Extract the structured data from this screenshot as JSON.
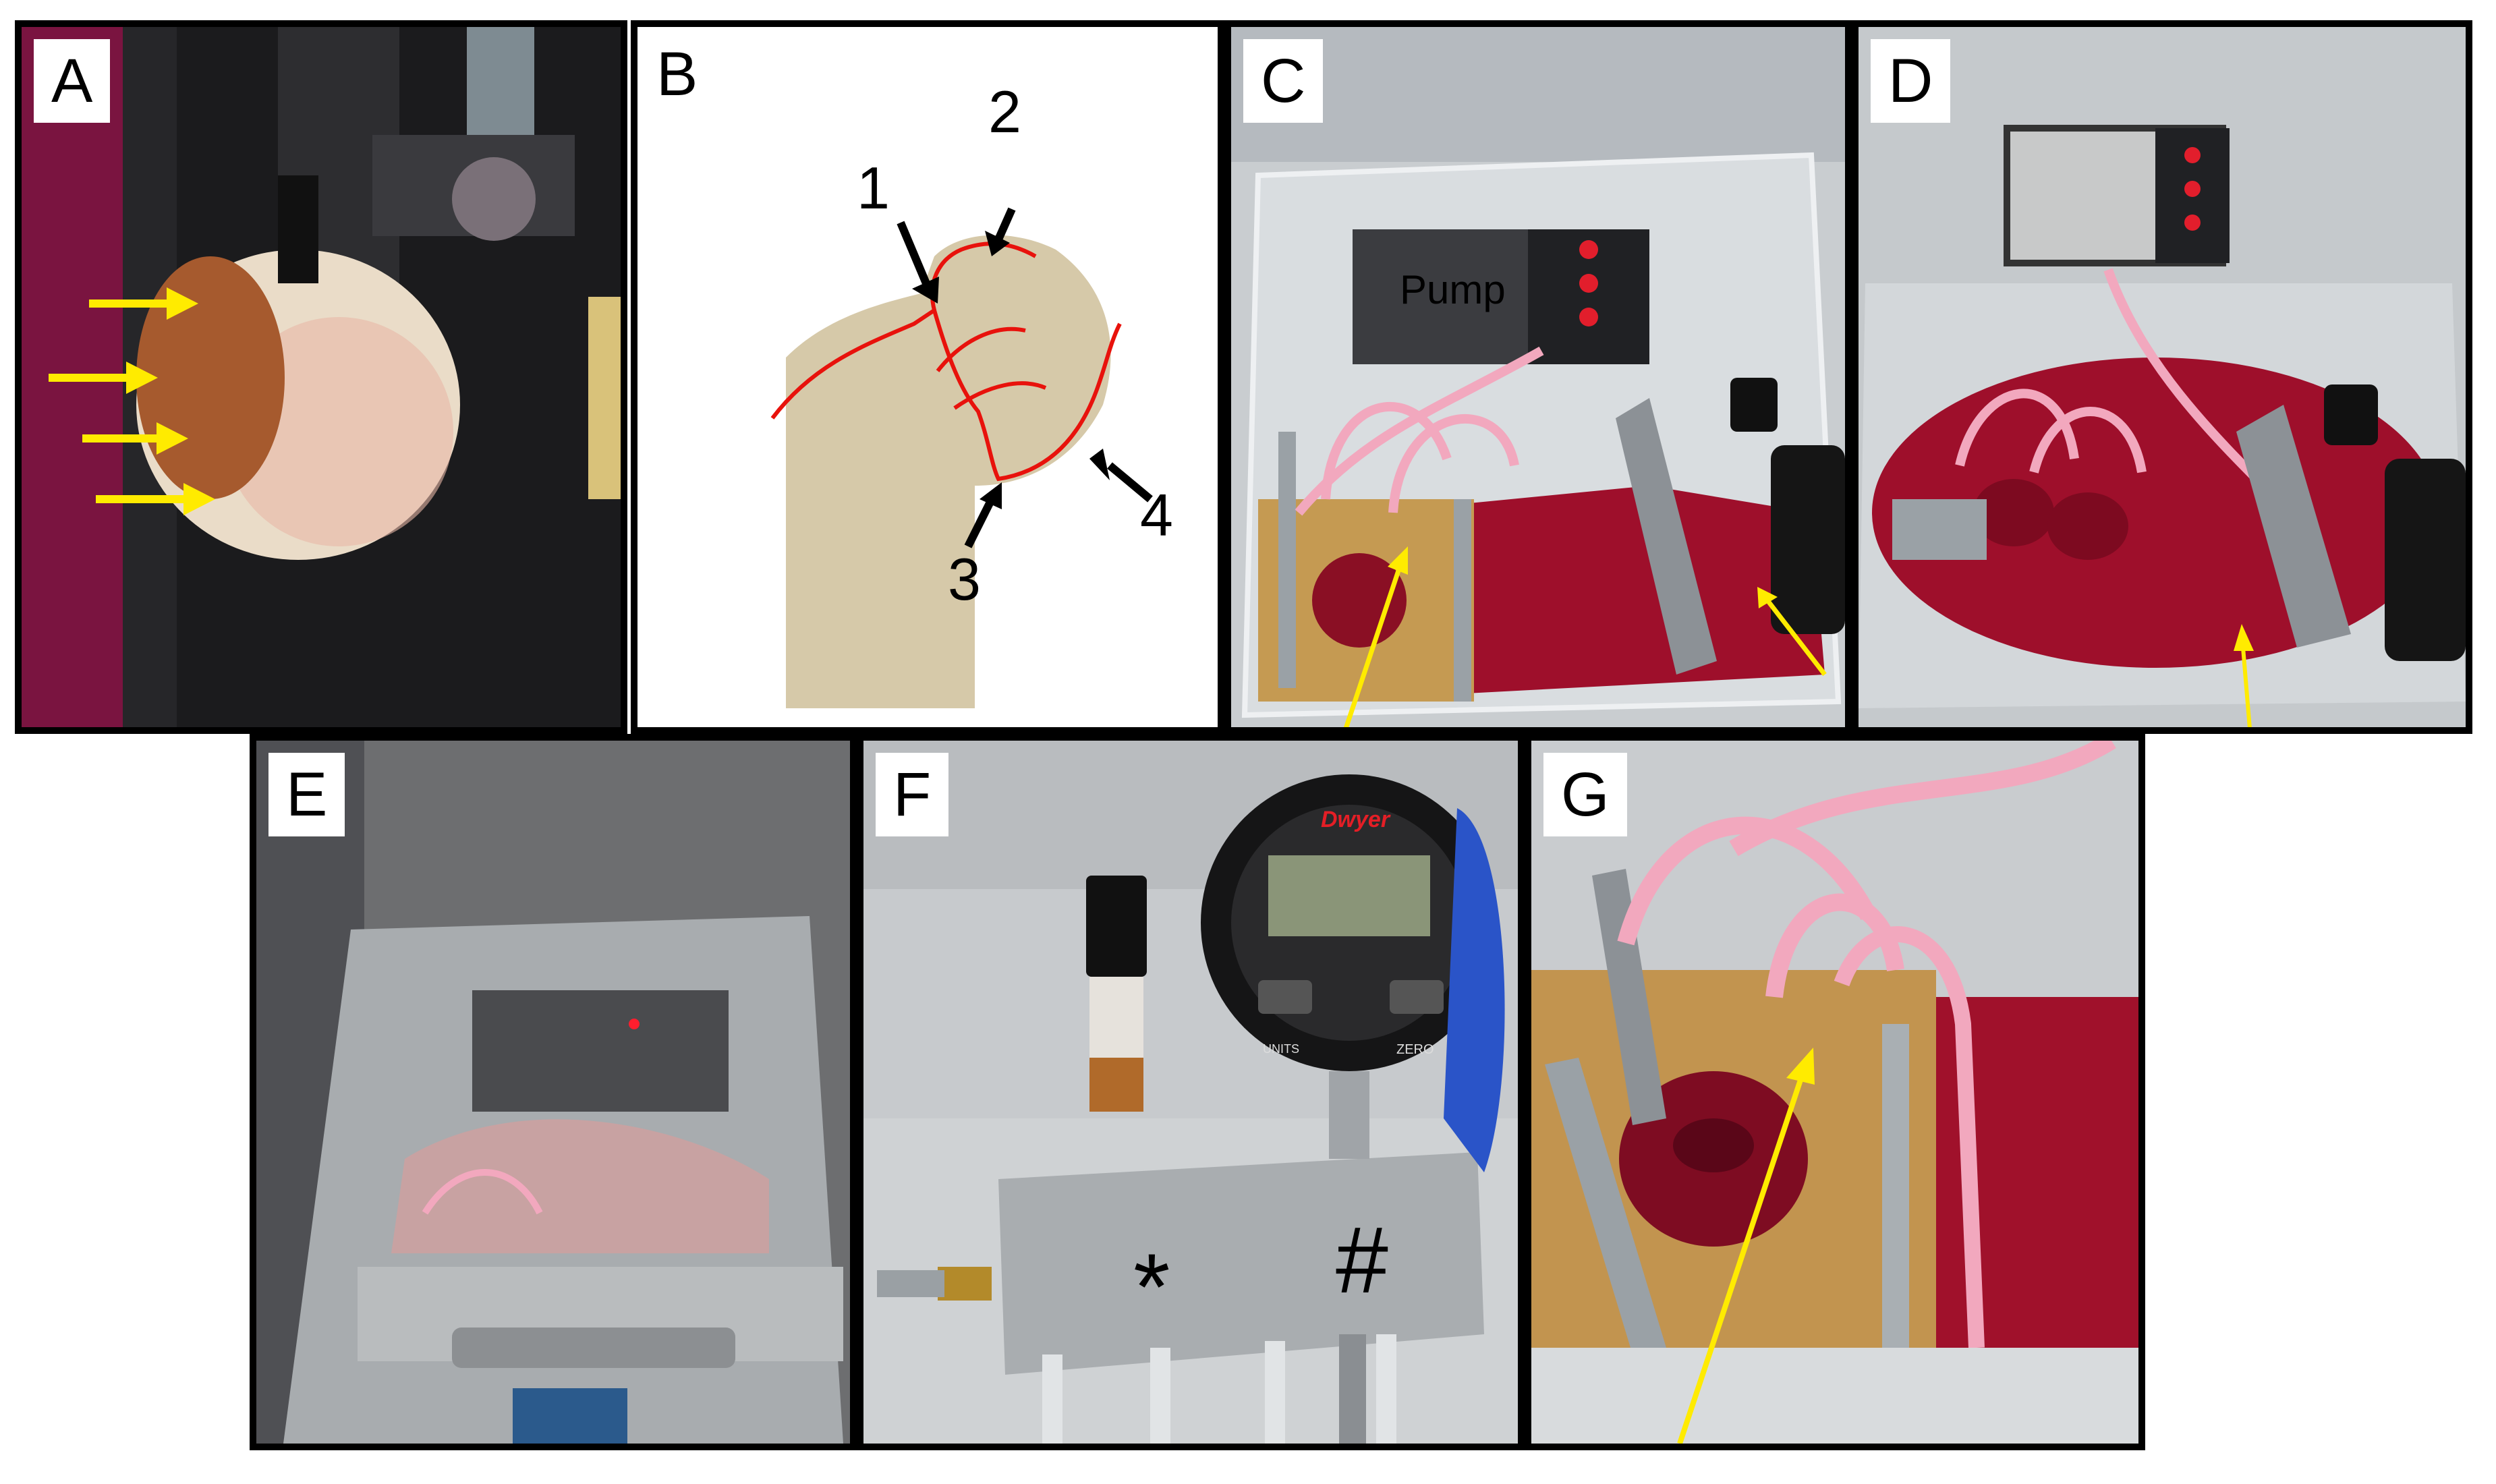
{
  "panels": {
    "a": {
      "label": "A"
    },
    "b": {
      "label": "B",
      "annotations": [
        "1",
        "2",
        "3",
        "4"
      ]
    },
    "c": {
      "label": "C",
      "pump_label": "Pump"
    },
    "d": {
      "label": "D"
    },
    "e": {
      "label": "E"
    },
    "f": {
      "label": "F",
      "gauge_brand": "Dwyer",
      "gauge_buttons": [
        "UNITS",
        "ZERO"
      ],
      "markers": [
        "*",
        "#"
      ]
    },
    "g": {
      "label": "G"
    }
  },
  "colors": {
    "arrow_yellow": "#ffeb00",
    "outline_red": "#e8120c",
    "bone_tan": "#d6c9a9",
    "medium_red": "#b0102c",
    "tubing_pink": "#f2a8be"
  }
}
